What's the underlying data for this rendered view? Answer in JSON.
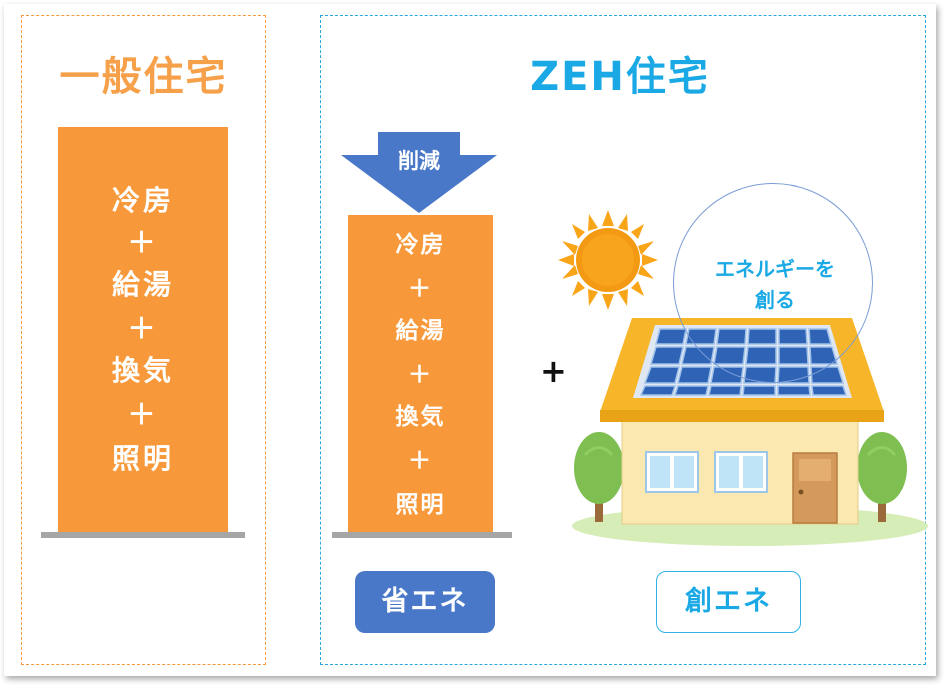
{
  "left_panel": {
    "title": "一般住宅",
    "bar_lines": [
      "冷房",
      "＋",
      "給湯",
      "＋",
      "換気",
      "＋",
      "照明"
    ]
  },
  "right_panel": {
    "title": "ZEH住宅",
    "reduction_label": "削減",
    "bar_lines": [
      "冷房",
      "＋",
      "給湯",
      "＋",
      "換気",
      "＋",
      "照明"
    ],
    "plus_sign": "+",
    "speech_line1": "エネルギーを",
    "speech_line2": "創る",
    "save_energy_label": "省エネ",
    "create_energy_label": "創エネ"
  },
  "colors": {
    "orange": "#f7993a",
    "orange_title": "#f6a04a",
    "blue_title": "#1aa9e5",
    "navy_label": "#4a78c8",
    "arrow": "#4a78c8",
    "baseline": "#a6a6a6"
  },
  "icons": [
    "down-arrow-icon",
    "sun-icon",
    "house-with-solar-panels-icon",
    "tree-icon"
  ]
}
